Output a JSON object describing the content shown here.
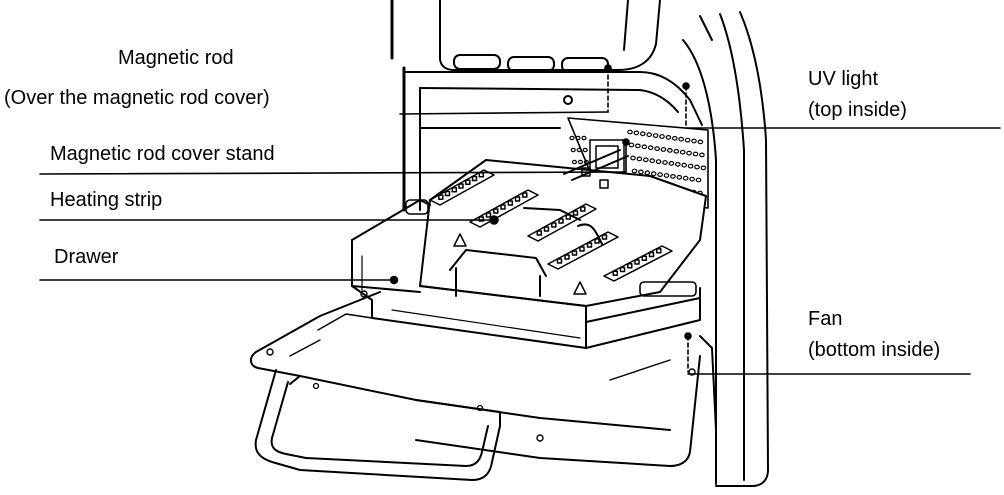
{
  "labels": {
    "magnetic_rod": "Magnetic rod",
    "magnetic_rod_note": "(Over the magnetic rod cover)",
    "magnetic_rod_cover_stand": "Magnetic rod cover stand",
    "heating_strip": "Heating strip",
    "drawer": "Drawer",
    "uv_light": "UV  light",
    "uv_light_note": "(top  inside)",
    "fan": "Fan",
    "fan_note": "(bottom  inside)"
  },
  "colors": {
    "line": "#000000",
    "fill": "#ffffff",
    "shade": "#f1f1f1"
  }
}
